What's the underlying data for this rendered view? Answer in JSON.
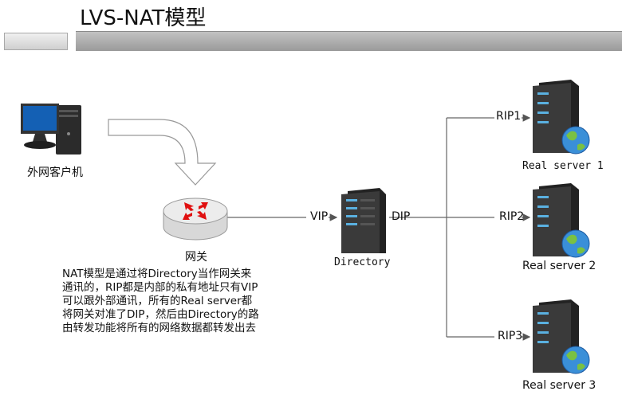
{
  "title": "LVS-NAT模型",
  "client": {
    "label": "外网客户机"
  },
  "gateway": {
    "label": "网关"
  },
  "director": {
    "label": "Directory",
    "vip": "VIP",
    "dip": "DIP"
  },
  "servers": [
    {
      "label": "Real server 1",
      "rip": "RIP1"
    },
    {
      "label": "Real server 2",
      "rip": "RIP2"
    },
    {
      "label": "Real server 3",
      "rip": "RIP3"
    }
  ],
  "note": "NAT模型是通过将Directory当作网关来通讯的，RIP都是内部的私有地址只有VIP可以跟外部通讯，所有的Real server都将网关对准了DIP，然后由Directory的路由转发功能将所有的网络数据都转发出去"
}
